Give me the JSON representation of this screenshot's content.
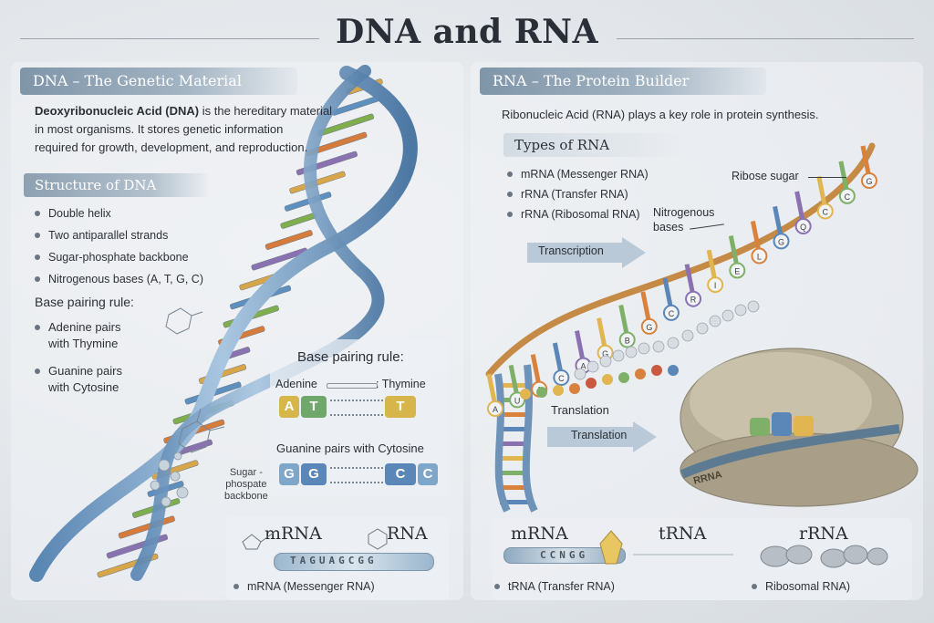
{
  "title": "DNA and RNA",
  "dna": {
    "header": "DNA – The Genetic Material",
    "intro_bold": "Deoxyribonucleic Acid (DNA)",
    "intro_line1": " is the hereditary material",
    "intro_line2": "in most organisms. It stores genetic information",
    "intro_line3": "required for growth, development, and reproduction.",
    "structure_header": "Structure of DNA",
    "structure_items": [
      "Double helix",
      "Two antiparallel strands",
      "Sugar-phosphate backbone",
      "Nitrogenous bases (A, T, G, C)"
    ],
    "base_rule_label": "Base pairing rule:",
    "rule_items": [
      {
        "line1": "Adenine pairs",
        "line2": "with Thymine"
      },
      {
        "line1": "Guanine pairs",
        "line2": "with Cytosine"
      }
    ],
    "backbone_label_1": "Sugar -",
    "backbone_label_2": "phospate",
    "backbone_label_3": "backbone",
    "helix_rung_colors": [
      "#d8a64a",
      "#5d8fbf",
      "#7fae4e",
      "#d57b3c",
      "#8a72b0"
    ]
  },
  "pairing": {
    "title": "Base pairing rule:",
    "adenine": "Adenine",
    "thymine": ": Thymine",
    "tile_a_small": "A",
    "tile_a": "T",
    "tile_t": "T",
    "guanine_line": "Guanine pairs with Cytosine",
    "tile_g_small": "G",
    "tile_g": "G",
    "tile_c": "C",
    "tile_c_small": "C",
    "colors": {
      "a": "#6fa86a",
      "t": "#d6b64a",
      "g": "#7ea6c9",
      "c": "#5b86b8"
    }
  },
  "bottom_left": {
    "mrna_label": "mRNA",
    "rna_label": "RNA",
    "strand_text": "TAGUAGCGG",
    "caption": "mRNA (Messenger RNA)"
  },
  "rna": {
    "header": "RNA – The Protein Builder",
    "intro_bold": "Ribonucleic Acid (RNA)",
    "intro_rest": " plays a key role in protein synthesis.",
    "types_header": "Types of RNA",
    "types_items": [
      "mRNA (Messenger RNA)",
      "rRNA (Transfer RNA)",
      "rRNA (Ribosomal RNA)"
    ],
    "ribose_label": "Ribose sugar",
    "nitro_line1": "Nitrogenous",
    "nitro_line2": "bases",
    "transcription_label": "Transcription",
    "translation_label_1": "Translation",
    "translation_label_2": "Translation",
    "strand_letters": [
      "A",
      "U",
      "A",
      "C",
      "A",
      "G",
      "B",
      "G",
      "C",
      "R",
      "I",
      "E",
      "L",
      "G",
      "Q",
      "C",
      "C",
      "G"
    ],
    "ribosome_label": "RRNA"
  },
  "bottom_right": {
    "mrna_label": "mRNA",
    "trna_label": "tRNA",
    "rrna_label": "rRNA",
    "codon_text": "CCNGG",
    "trna_caption": "tRNA (Transfer RNA)",
    "rrna_caption": "Ribosomal RNA)"
  }
}
